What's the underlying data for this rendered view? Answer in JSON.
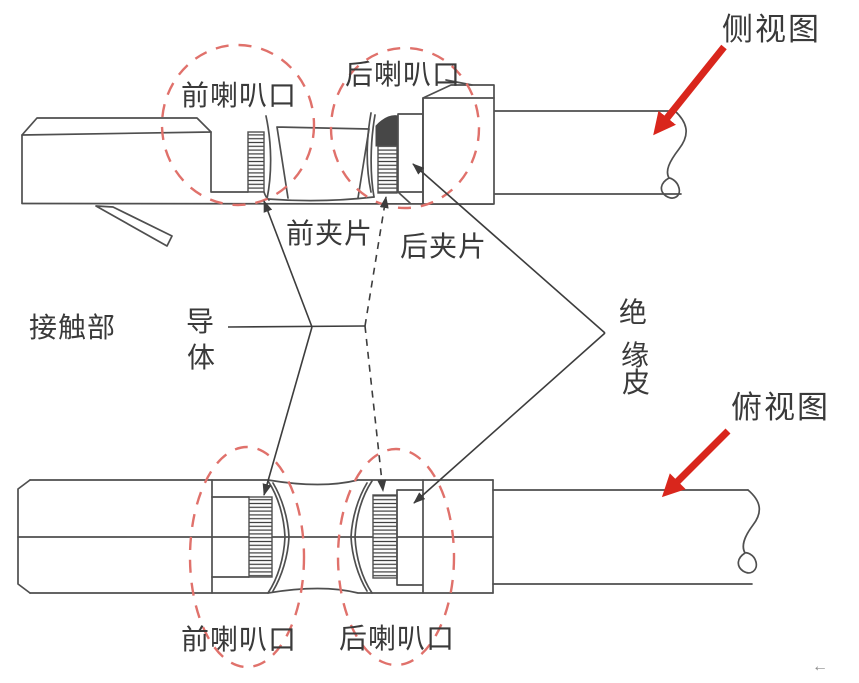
{
  "diagram": {
    "labels": {
      "side_view": "侧视图",
      "top_view": "俯视图",
      "front_bell_top": "前喇叭口",
      "rear_bell_top": "后喇叭口",
      "front_clip": "前夹片",
      "rear_clip": "后夹片",
      "contact_part": "接触部",
      "conductor": [
        "导",
        "体"
      ],
      "insulation": [
        "绝",
        "缘",
        "皮"
      ],
      "front_bell_bottom": "前喇叭口",
      "rear_bell_bottom": "后喇叭口",
      "cursor_mark": "←"
    },
    "colors": {
      "arrow_red": "#d9261c",
      "ellipse_red": "#e0716b",
      "line_gray": "#4f4f4f",
      "text_color": "#3a3a3a"
    }
  }
}
